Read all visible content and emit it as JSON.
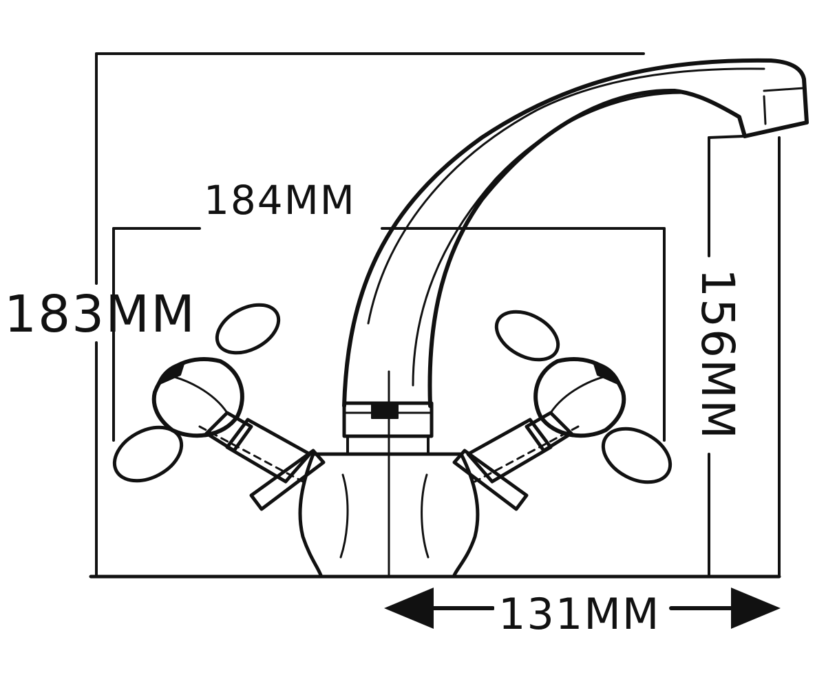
{
  "dimensions": {
    "width_label": "184MM",
    "height_label": "183MM",
    "spout_height_label": "156MM",
    "spout_reach_label": "131MM"
  },
  "colors": {
    "line": "#111111",
    "background": "#ffffff"
  }
}
